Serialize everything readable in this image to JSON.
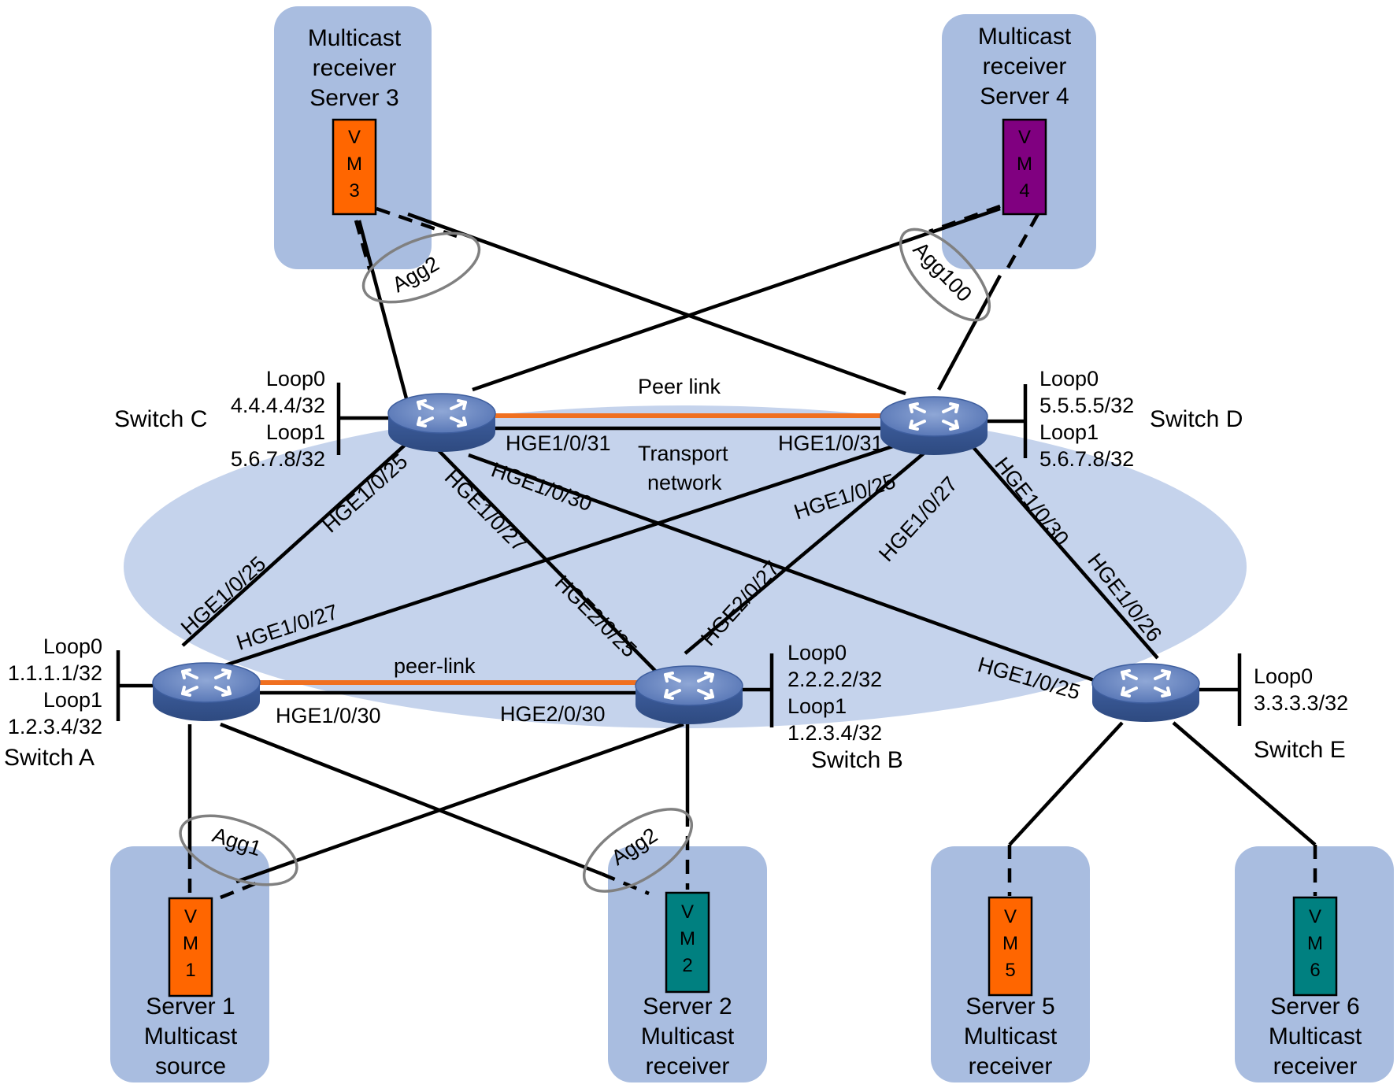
{
  "colors": {
    "server_box": "#a9bde0",
    "transport": "#c5d3ec",
    "peer_link": "#f07020",
    "line": "#000000",
    "vm_orange": "#ff6600",
    "vm_purple": "#800080",
    "vm_teal": "#008080",
    "agg_ellipse": "#808080",
    "switch_body": "#4a6aa8"
  },
  "transport_network": {
    "line1": "Transport",
    "line2": "network"
  },
  "link_labels": {
    "peer_link_cd": "Peer link",
    "peer_link_ab": "peer-link"
  },
  "switches": {
    "a": {
      "name": "Switch A",
      "loop0": "Loop0",
      "loop0_ip": "1.1.1.1/32",
      "loop1": "Loop1",
      "loop1_ip": "1.2.3.4/32"
    },
    "b": {
      "name": "Switch B",
      "loop0": "Loop0",
      "loop0_ip": "2.2.2.2/32",
      "loop1": "Loop1",
      "loop1_ip": "1.2.3.4/32"
    },
    "c": {
      "name": "Switch C",
      "loop0": "Loop0",
      "loop0_ip": "4.4.4.4/32",
      "loop1": "Loop1",
      "loop1_ip": "5.6.7.8/32"
    },
    "d": {
      "name": "Switch D",
      "loop0": "Loop0",
      "loop0_ip": "5.5.5.5/32",
      "loop1": "Loop1",
      "loop1_ip": "5.6.7.8/32"
    },
    "e": {
      "name": "Switch E",
      "loop0": "Loop0",
      "loop0_ip": "3.3.3.3/32"
    }
  },
  "ports": {
    "c_hge31": "HGE1/0/31",
    "d_hge31": "HGE1/0/31",
    "c_hge25": "HGE1/0/25",
    "c_hge27": "HGE1/0/27",
    "c_hge30": "HGE1/0/30",
    "d_hge25": "HGE1/0/25",
    "d_hge27": "HGE1/0/27",
    "d_hge30": "HGE1/0/30",
    "a_hge25": "HGE1/0/25",
    "a_hge27": "HGE1/0/27",
    "a_hge30": "HGE1/0/30",
    "b_hge2025": "HGE2/0/25",
    "b_hge2027": "HGE2/0/27",
    "b_hge2030": "HGE2/0/30",
    "e_hge26": "HGE1/0/26",
    "e_hge25": "HGE1/0/25"
  },
  "aggregations": {
    "agg2_top": "Agg2",
    "agg100": "Agg100",
    "agg1": "Agg1",
    "agg2_bottom": "Agg2"
  },
  "servers": {
    "s3": {
      "line1": "Multicast",
      "line2": "receiver",
      "line3": "Server 3",
      "vm": [
        "V",
        "M",
        "3"
      ]
    },
    "s4": {
      "line1": "Multicast",
      "line2": "receiver",
      "line3": "Server 4",
      "vm": [
        "V",
        "M",
        "4"
      ]
    },
    "s1": {
      "line1": "Server 1",
      "line2": "Multicast",
      "line3": "source",
      "vm": [
        "V",
        "M",
        "1"
      ]
    },
    "s2": {
      "line1": "Server 2",
      "line2": "Multicast",
      "line3": "receiver",
      "vm": [
        "V",
        "M",
        "2"
      ]
    },
    "s5": {
      "line1": "Server 5",
      "line2": "Multicast",
      "line3": "receiver",
      "vm": [
        "V",
        "M",
        "5"
      ]
    },
    "s6": {
      "line1": "Server 6",
      "line2": "Multicast",
      "line3": "receiver",
      "vm": [
        "V",
        "M",
        "6"
      ]
    }
  }
}
